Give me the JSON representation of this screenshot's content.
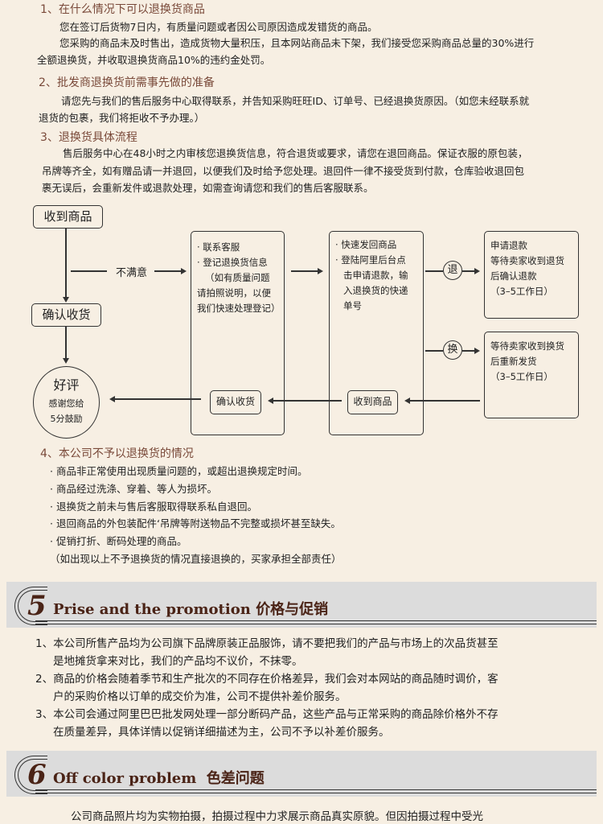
{
  "s1": {
    "title": "1、在什么情况下可以退换货商品",
    "p1": "您在签订后货物7日内，有质量问题或者因公司原因造成发错货的商品。",
    "p2a": "您采购的商品未及时售出，造成货物大量积压，且本网站商品未下架，我们接受您采购商品总量的30%进行",
    "p2b": "全额退换货，并收取退换货商品10%的违约金处罚。"
  },
  "s2": {
    "title": "2、批发商退换货前需事先做的准备",
    "p1a": "请您先与我们的售后服务中心取得联系，并告知采购旺旺ID、订单号、已经退换货原因。（如您未经联系就",
    "p1b": "退货的包裹，我们将拒收不予办理。）"
  },
  "s3": {
    "title": "3、退换货具体流程",
    "p1a": "售后服务中心在48小时之内审核您退换货信息，符合退货或要求，请您在退回商品。保证衣服的原包装，",
    "p1b": "吊牌等齐全，如有赠品请一并退回，以便我们及时给予您处理。退回件一律不接受货到付款，仓库验收退回包",
    "p1c": "裹无误后，会重新发件或退款处理，如需查询请您和我们的售后客服联系。"
  },
  "flow": {
    "receive": "收到商品",
    "confirm": "确认收货",
    "unsatisfied": "不满意",
    "review_title": "好评",
    "review_l1": "感谢您给",
    "review_l2": "5分鼓励",
    "box1": [
      "· 联系客服",
      "· 登记退换货信息",
      "（如有质量问题",
      "请拍照说明，以便",
      "我们快速处理登记）"
    ],
    "box2": [
      "· 快速发回商品",
      "· 登陆阿里后台点",
      "击申请退款，输",
      "入退换货的快递",
      "单号"
    ],
    "refund_label": "退",
    "exchange_label": "换",
    "box3": [
      "申请退款",
      "等待卖家收到退货",
      "后确认退款",
      "（3–5工作日）"
    ],
    "box4": [
      "等待卖家收到换货",
      "后重新发货",
      "（3–5工作日）"
    ],
    "bottom_receive": "收到商品",
    "bottom_confirm": "确认收货"
  },
  "s4": {
    "title": "4、本公司不予以退换货的情况",
    "items": [
      "· 商品非正常使用出现质量问题的，或超出退换规定时间。",
      "· 商品经过洗涤、穿着、等人为损坏。",
      "· 退换货之前未与售后客服取得联系私自退回。",
      "· 退回商品的外包装配件‘吊牌等附送物品不完整或损坏甚至缺失。",
      "· 促销打折、断码处理的商品。",
      "（如出现以上不予退换货的情况直接退换的，买家承担全部责任）"
    ]
  },
  "s5": {
    "num": "5",
    "title": "Prise and the promotion 价格与促销",
    "lines": [
      "1、本公司所售产品均为公司旗下品牌原装正品服饰，请不要把我们的产品与市场上的次品货甚至",
      "是地摊货拿来对比，我们的产品均不议价，不抹零。",
      "2、商品的价格会随着季节和生产批次的不同存在价格差异，我们会对本网站的商品随时调价，客",
      "户的采购价格以订单的成交价为准，公司不提供补差价服务。",
      "3、本公司会通过阿里巴巴批发网处理一部分断码产品，这些产品与正常采购的商品除价格外不存",
      "在质量差异，具体详情以促销详细描述为主，公司不予以补差价服务。"
    ]
  },
  "s6": {
    "num": "6",
    "title": "Off color problem  色差问题",
    "p1": "公司商品照片均为实物拍摄，拍摄过程中力求展示商品真实原貌。但因拍摄过程中受光"
  }
}
